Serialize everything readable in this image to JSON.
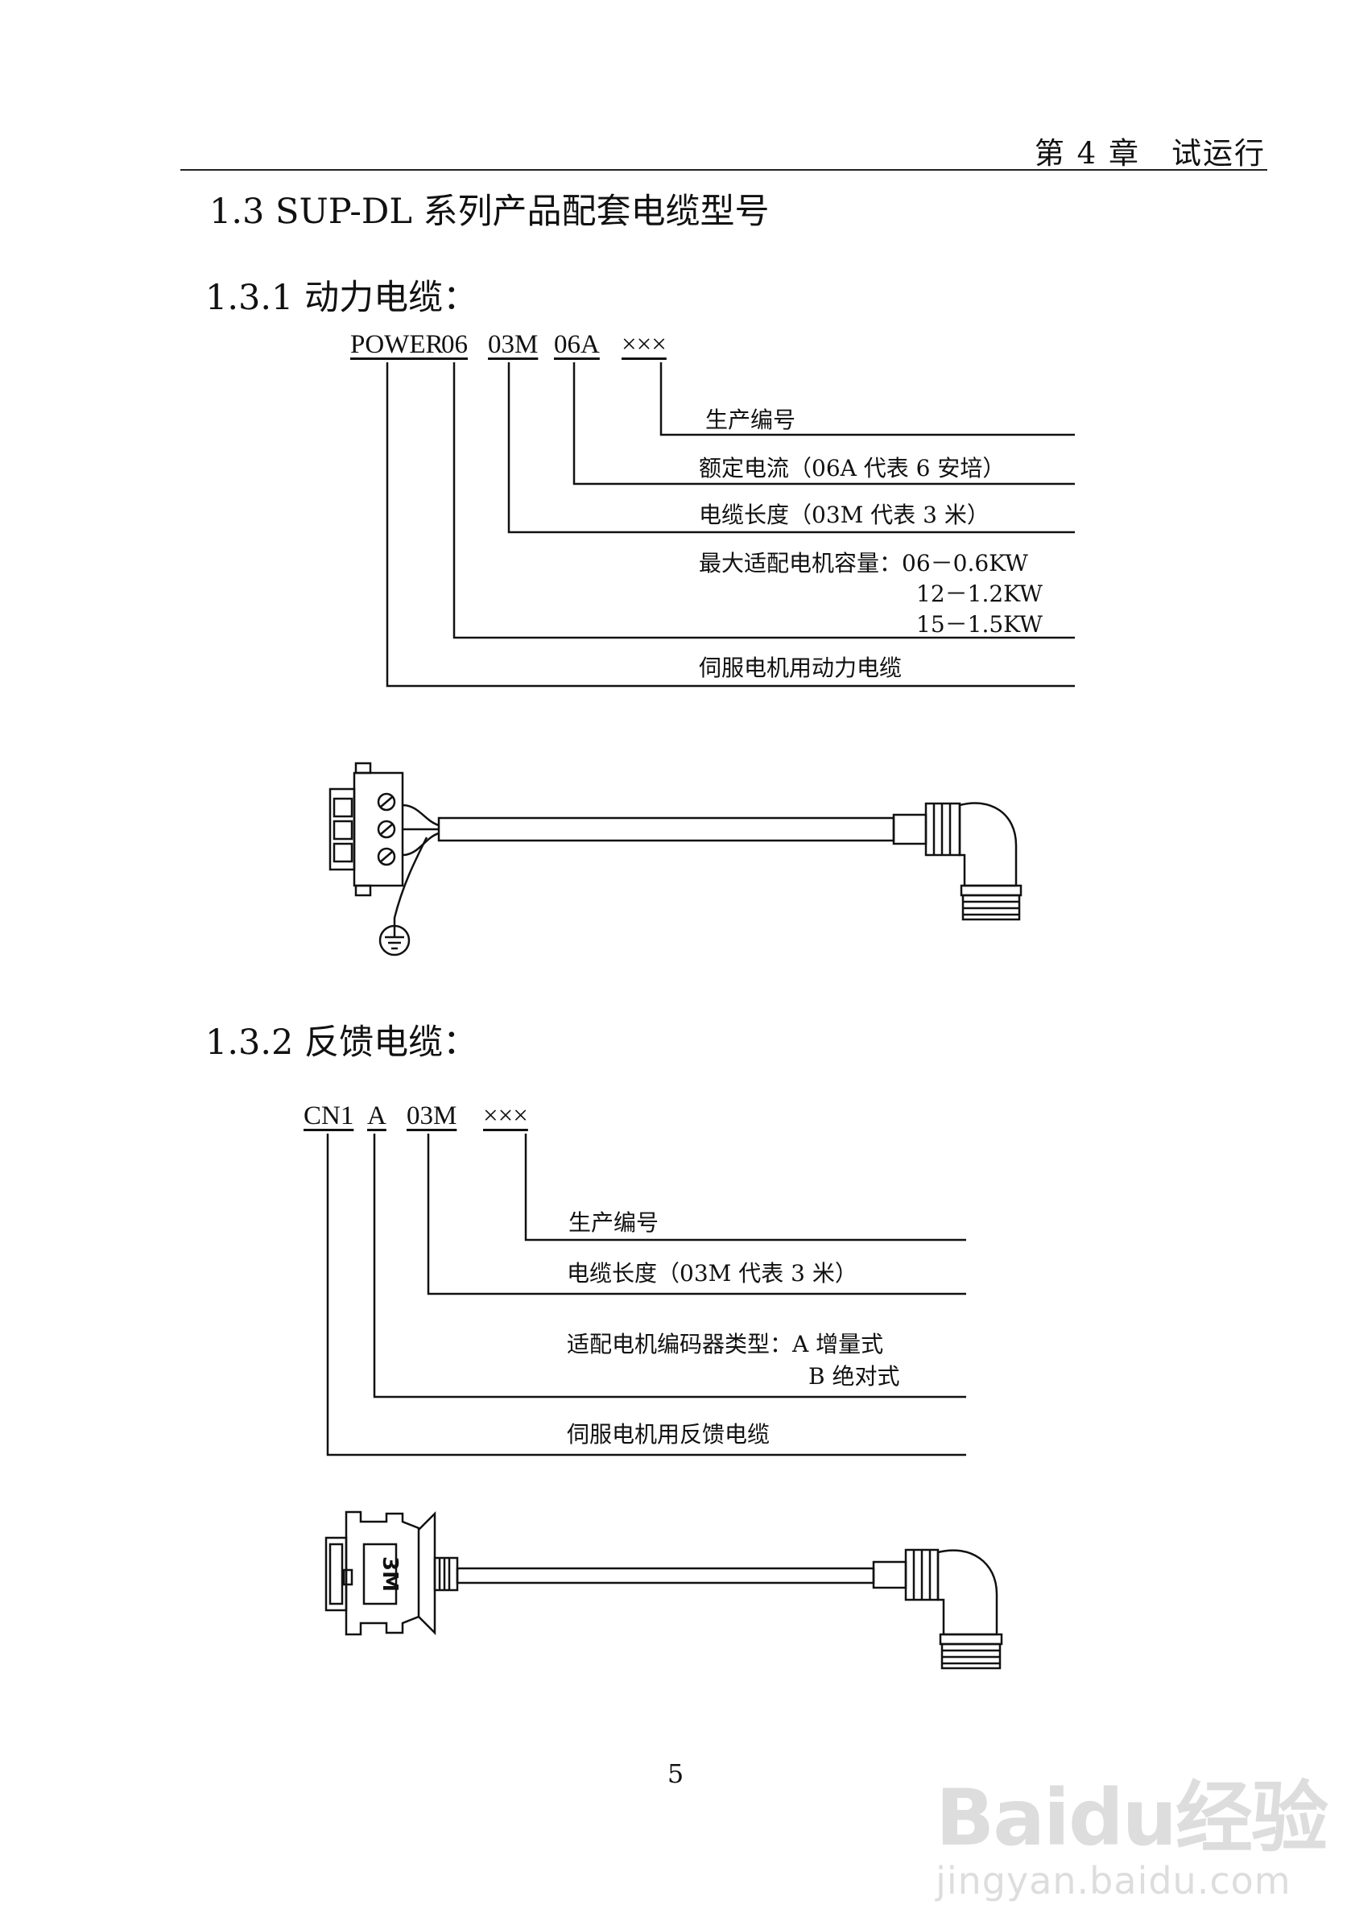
{
  "header": {
    "chapter": "第 4 章　试运行"
  },
  "section": {
    "title": "1.3 SUP-DL 系列产品配套电缆型号"
  },
  "power": {
    "heading": "1.3.1 动力电缆：",
    "codes": [
      "POWER",
      "06",
      "03M",
      "06A",
      "×××"
    ],
    "labels": {
      "serial": "生产编号",
      "current": "额定电流（06A 代表 6 安培）",
      "length": "电缆长度（03M 代表 3 米）",
      "capacity": "最大适配电机容量：06－0.6KW",
      "capacity2": "12－1.2KW",
      "capacity3": "15－1.5KW",
      "type": "伺服电机用动力电缆"
    }
  },
  "feedback": {
    "heading": "1.3.2 反馈电缆：",
    "codes": [
      "CN1",
      "A",
      "03M",
      "×××"
    ],
    "labels": {
      "serial": "生产编号",
      "length": "电缆长度（03M 代表 3 米）",
      "encoder": "适配电机编码器类型：A 增量式",
      "encoder2": "B 绝对式",
      "type": "伺服电机用反馈电缆"
    },
    "connector_text": "3M"
  },
  "footer": {
    "page_number": "5"
  },
  "watermark": {
    "brand": "Baidu经验",
    "url": "jingyan.baidu.com"
  }
}
